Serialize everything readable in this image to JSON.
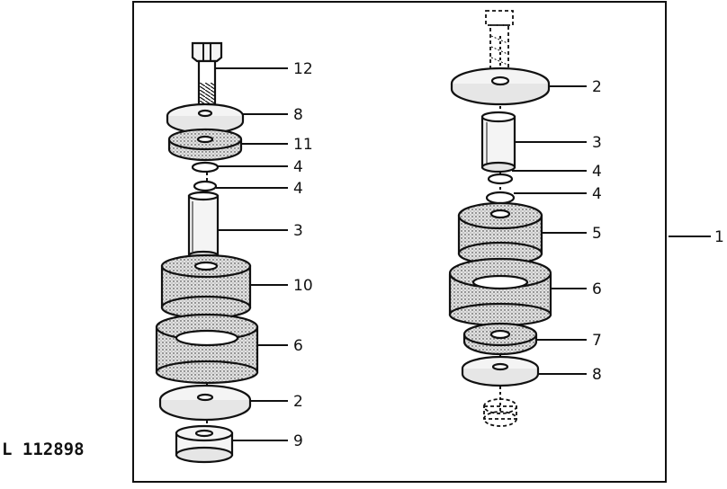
{
  "figure_id": "L 112898",
  "assembly_label": "1",
  "left_stack_labels": [
    "12",
    "8",
    "11",
    "4",
    "4",
    "3",
    "10",
    "6",
    "2",
    "9"
  ],
  "right_stack_labels": [
    "2",
    "3",
    "4",
    "4",
    "5",
    "6",
    "7",
    "8"
  ],
  "colors": {
    "ink": "#111111",
    "paper": "#ffffff",
    "rubber_fill": "#d8d8d8",
    "metal_fill": "#f4f4f4"
  }
}
